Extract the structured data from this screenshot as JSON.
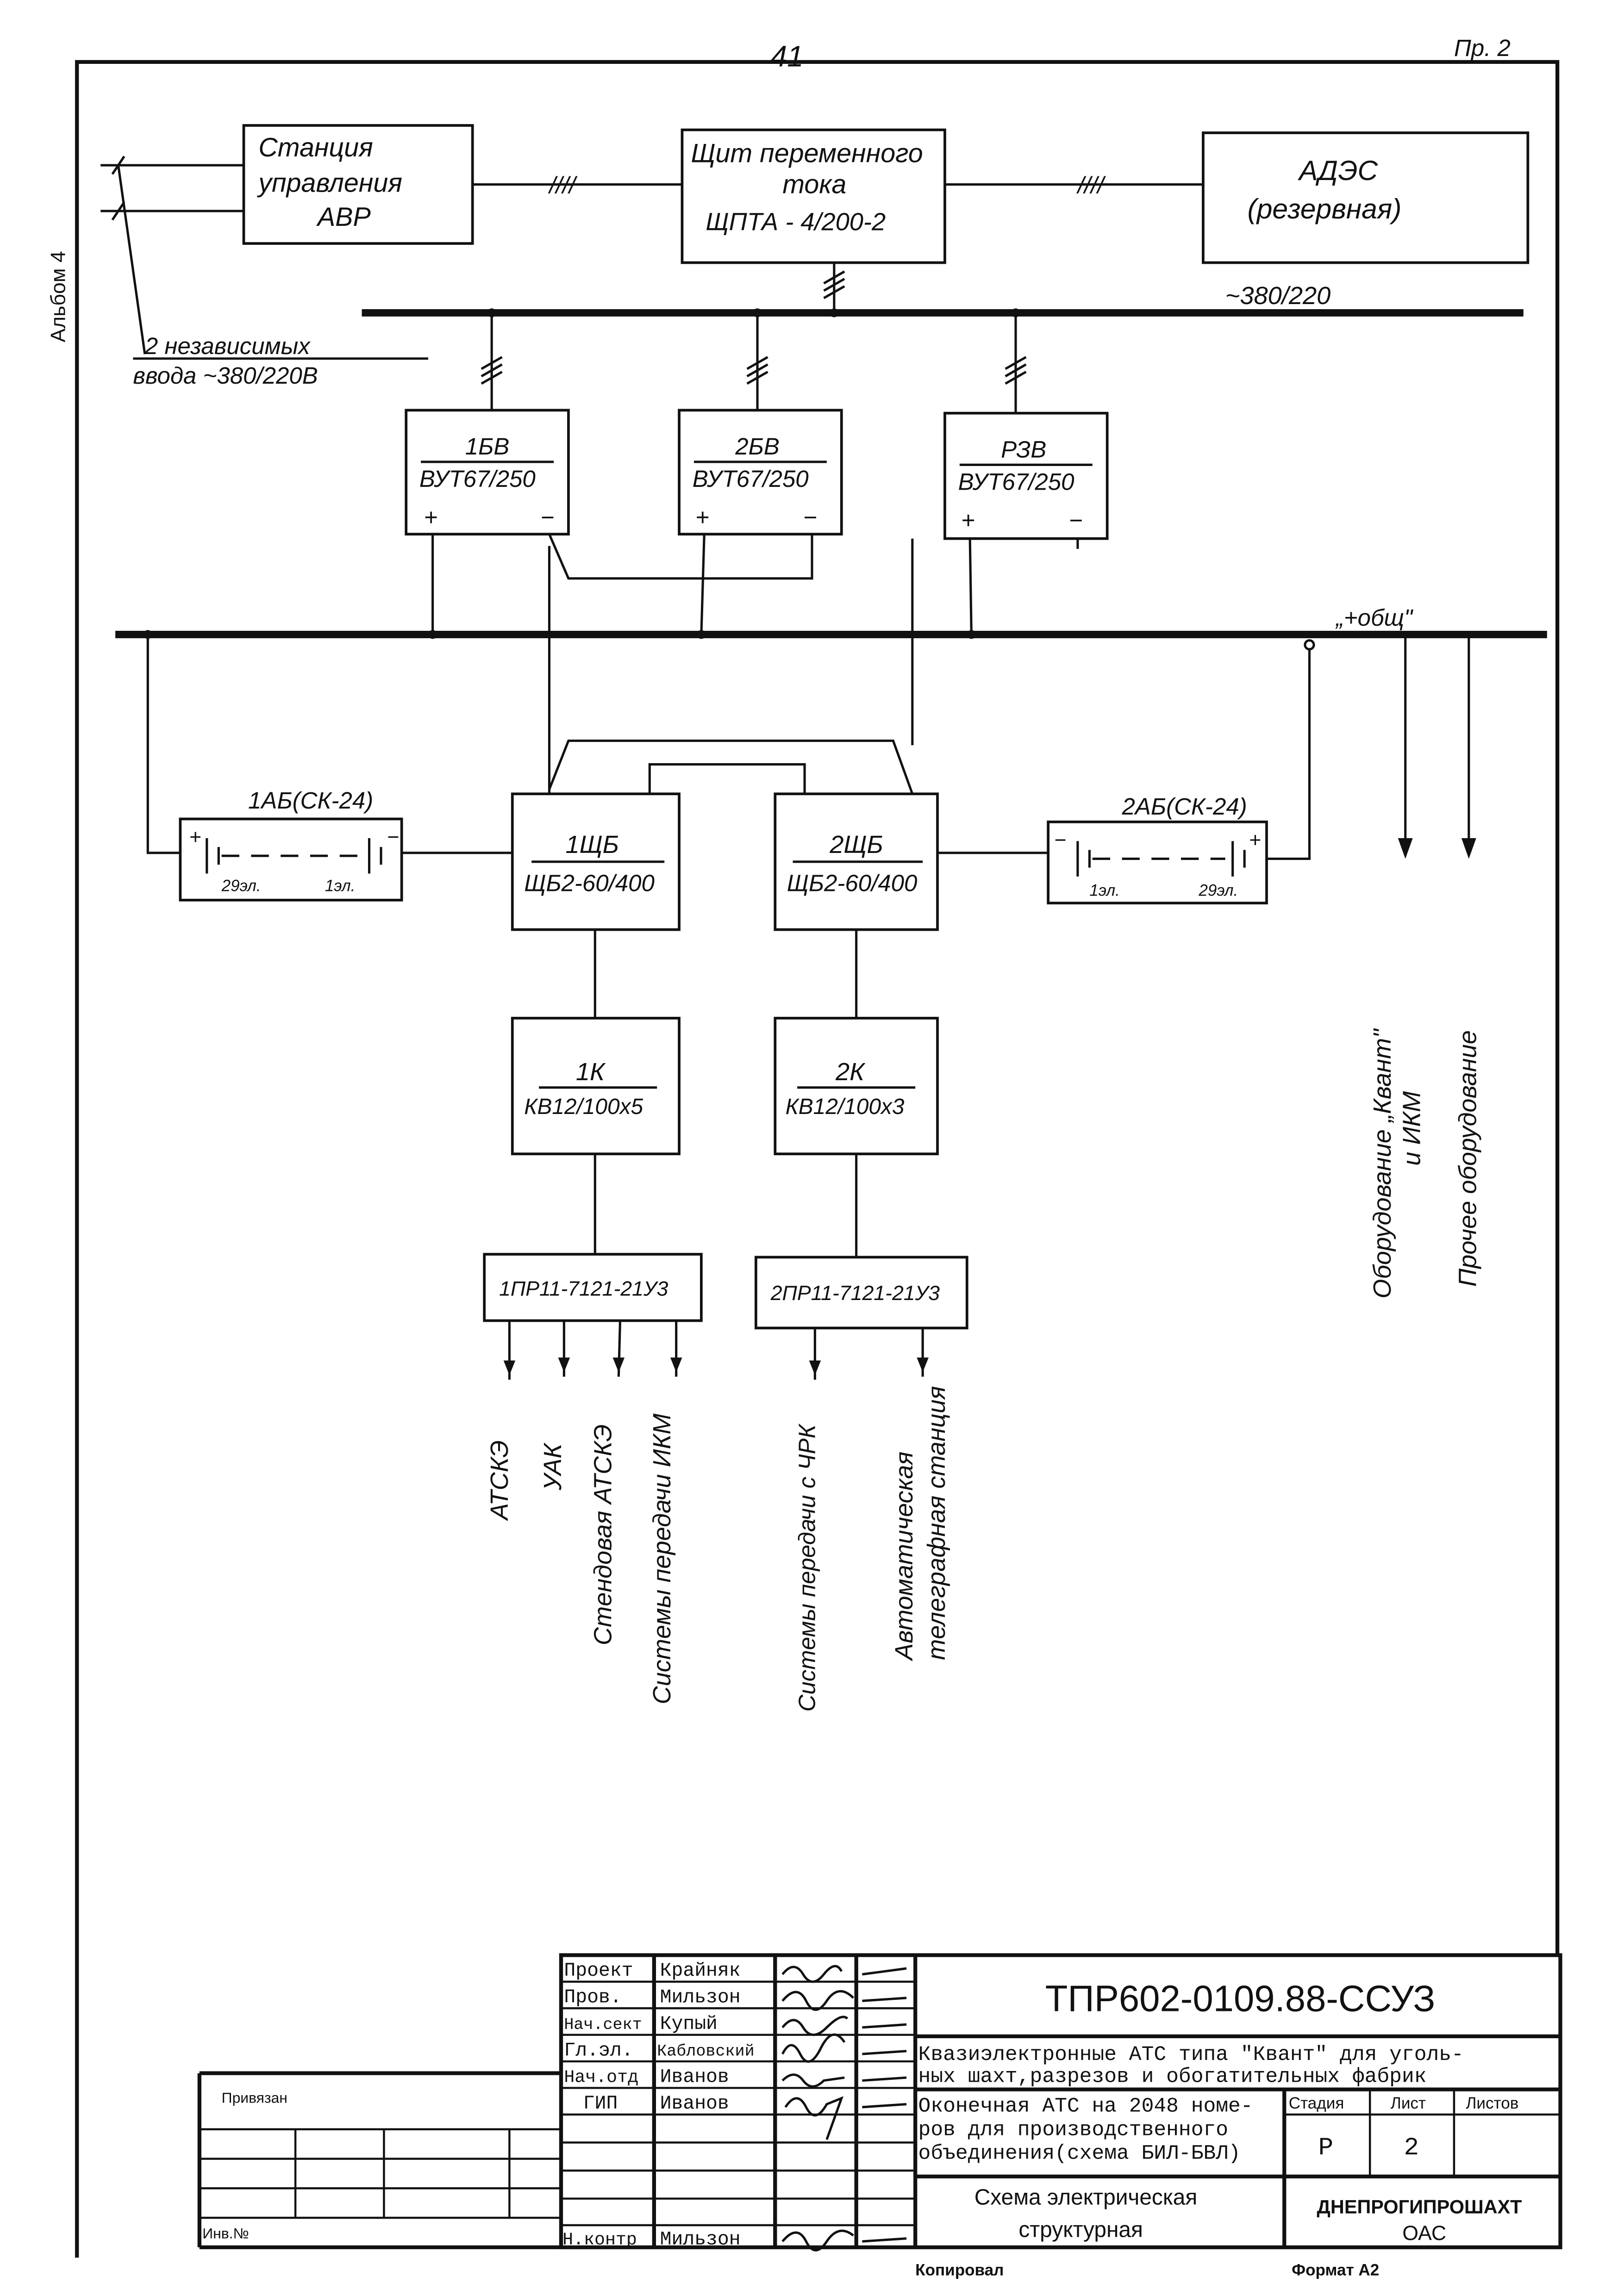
{
  "sheet": {
    "page_number": "41",
    "appendix": "Пр. 2",
    "album": "Альбом 4"
  },
  "blocks": {
    "avr": [
      "Станция",
      "управления",
      "АВР"
    ],
    "shpt": [
      "Щит переменного",
      "тока",
      "ЩПТА - 4/200-2"
    ],
    "ades": [
      "АДЭС",
      "(резервная)"
    ],
    "inputs": [
      "2 независимых",
      "ввода ~380/220В"
    ],
    "ac_bus": "~380/220",
    "rect1": [
      "1БВ",
      "ВУТ67/250"
    ],
    "rect2": [
      "2БВ",
      "ВУТ67/250"
    ],
    "rect3": [
      "РЗВ",
      "ВУТ67/250"
    ],
    "plus": "+",
    "minus": "−",
    "common_bus": "„+общ\"",
    "bat1": {
      "name": "1АБ(СК-24)",
      "left": "29эл.",
      "right": "1эл."
    },
    "bat2": {
      "name": "2АБ(СК-24)",
      "left": "1эл.",
      "right": "29эл."
    },
    "shb1": [
      "1ЩБ",
      "ЩБ2-60/400"
    ],
    "shb2": [
      "2ЩБ",
      "ЩБ2-60/400"
    ],
    "k1": [
      "1К",
      "КВ12/100х5"
    ],
    "k2": [
      "2К",
      "КВ12/100х3"
    ],
    "pr1": "1ПР11-7121-21У3",
    "pr2": "2ПР11-7121-21У3",
    "out1": [
      "АТСКЭ",
      "УАК",
      "Стендовая АТСКЭ",
      "Системы передачи ИКМ"
    ],
    "out2": [
      "Системы передачи с ЧРК",
      "Автоматическая",
      "телеграфная станция"
    ],
    "equip1": [
      "Оборудование „Квант\"",
      "и ИКМ"
    ],
    "equip2": "Прочее оборудование",
    "wires_marks": "////"
  },
  "title_block": {
    "roles": [
      "Проект",
      "Пров.",
      "Нач.сект",
      "Гл.эл.",
      "Нач.отд",
      "ГИП",
      "Н.контр"
    ],
    "names": [
      "Крайняк",
      "Мильзон",
      "Купый",
      "Кабловский",
      "Иванов",
      "Иванов",
      "Мильзон"
    ],
    "code": "ТПР602-0109.88-ССУЗ",
    "project": [
      "Квазиэлектронные АТС типа \"Квант\" для уголь-",
      "ных шахт,разрезов и обогатительных фабрик"
    ],
    "sheet_title": [
      "Оконечная АТС на 2048 номе-",
      "ров для производственного",
      "объединения(схема БИЛ-БВЛ)"
    ],
    "stage_label": "Стадия",
    "sheet_label": "Лист",
    "sheets_label": "Листов",
    "stage": "Р",
    "sheet": "2",
    "drawing_name": [
      "Схема электрическая",
      "структурная"
    ],
    "org": [
      "ДНЕПРОГИПРОШАХТ",
      "ОАС"
    ],
    "attached": "Привязан",
    "inv": "Инв.№",
    "copied": "Копировал",
    "format": "Формат А2"
  }
}
